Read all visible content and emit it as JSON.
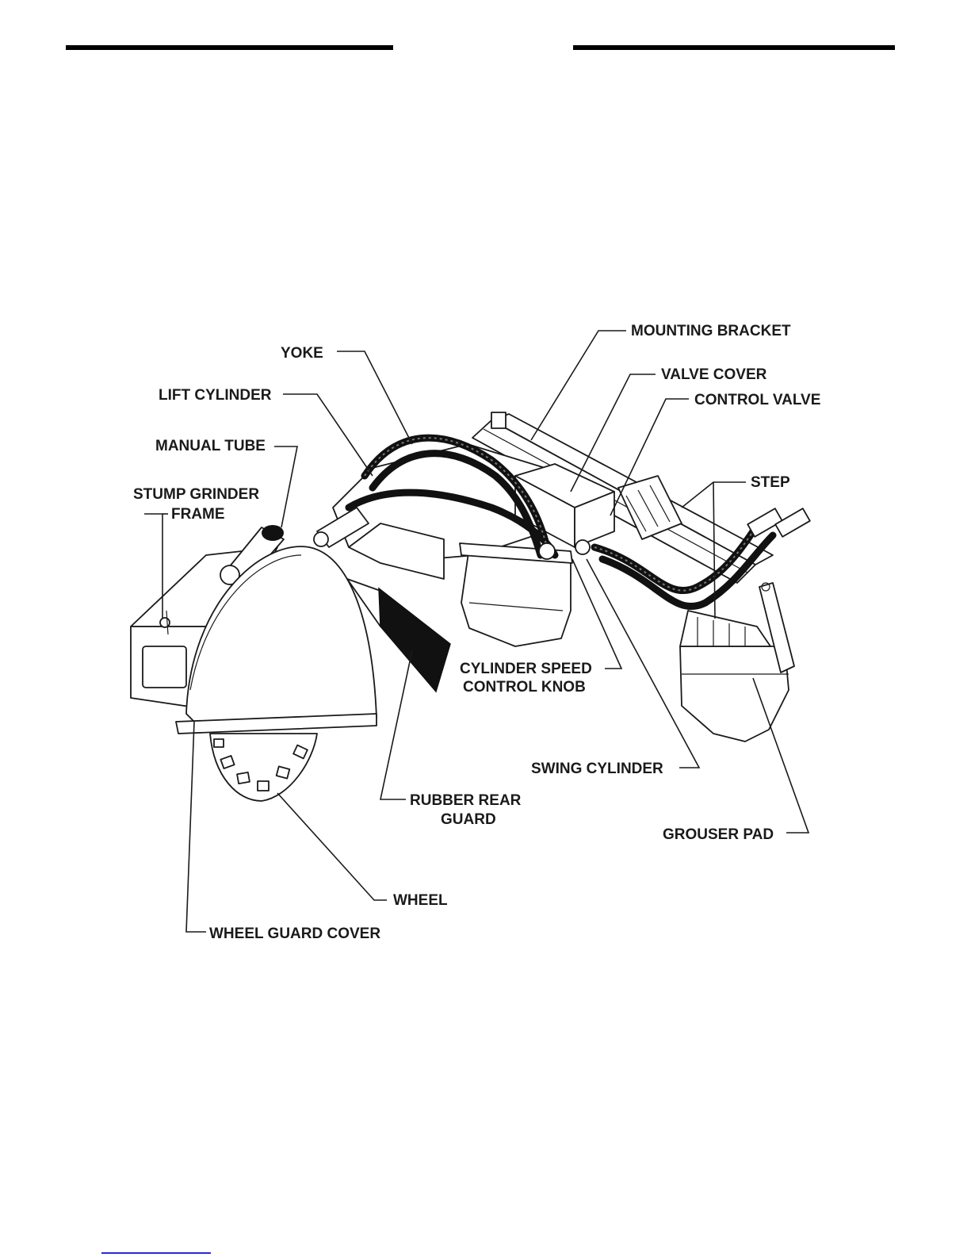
{
  "diagram": {
    "labels": {
      "mounting_bracket": "MOUNTING BRACKET",
      "yoke": "YOKE",
      "valve_cover": "VALVE COVER",
      "lift_cylinder": "LIFT CYLINDER",
      "control_valve": "CONTROL VALVE",
      "manual_tube": "MANUAL TUBE",
      "step": "STEP",
      "stump_grinder_frame_line1": "STUMP GRINDER",
      "stump_grinder_frame_line2": "FRAME",
      "cylinder_speed_line1": "CYLINDER SPEED",
      "cylinder_speed_line2": "CONTROL KNOB",
      "swing_cylinder": "SWING CYLINDER",
      "rubber_rear_guard_line1": "RUBBER REAR",
      "rubber_rear_guard_line2": "GUARD",
      "grouser_pad": "GROUSER PAD",
      "wheel": "WHEEL",
      "wheel_guard_cover": "WHEEL GUARD COVER"
    }
  }
}
